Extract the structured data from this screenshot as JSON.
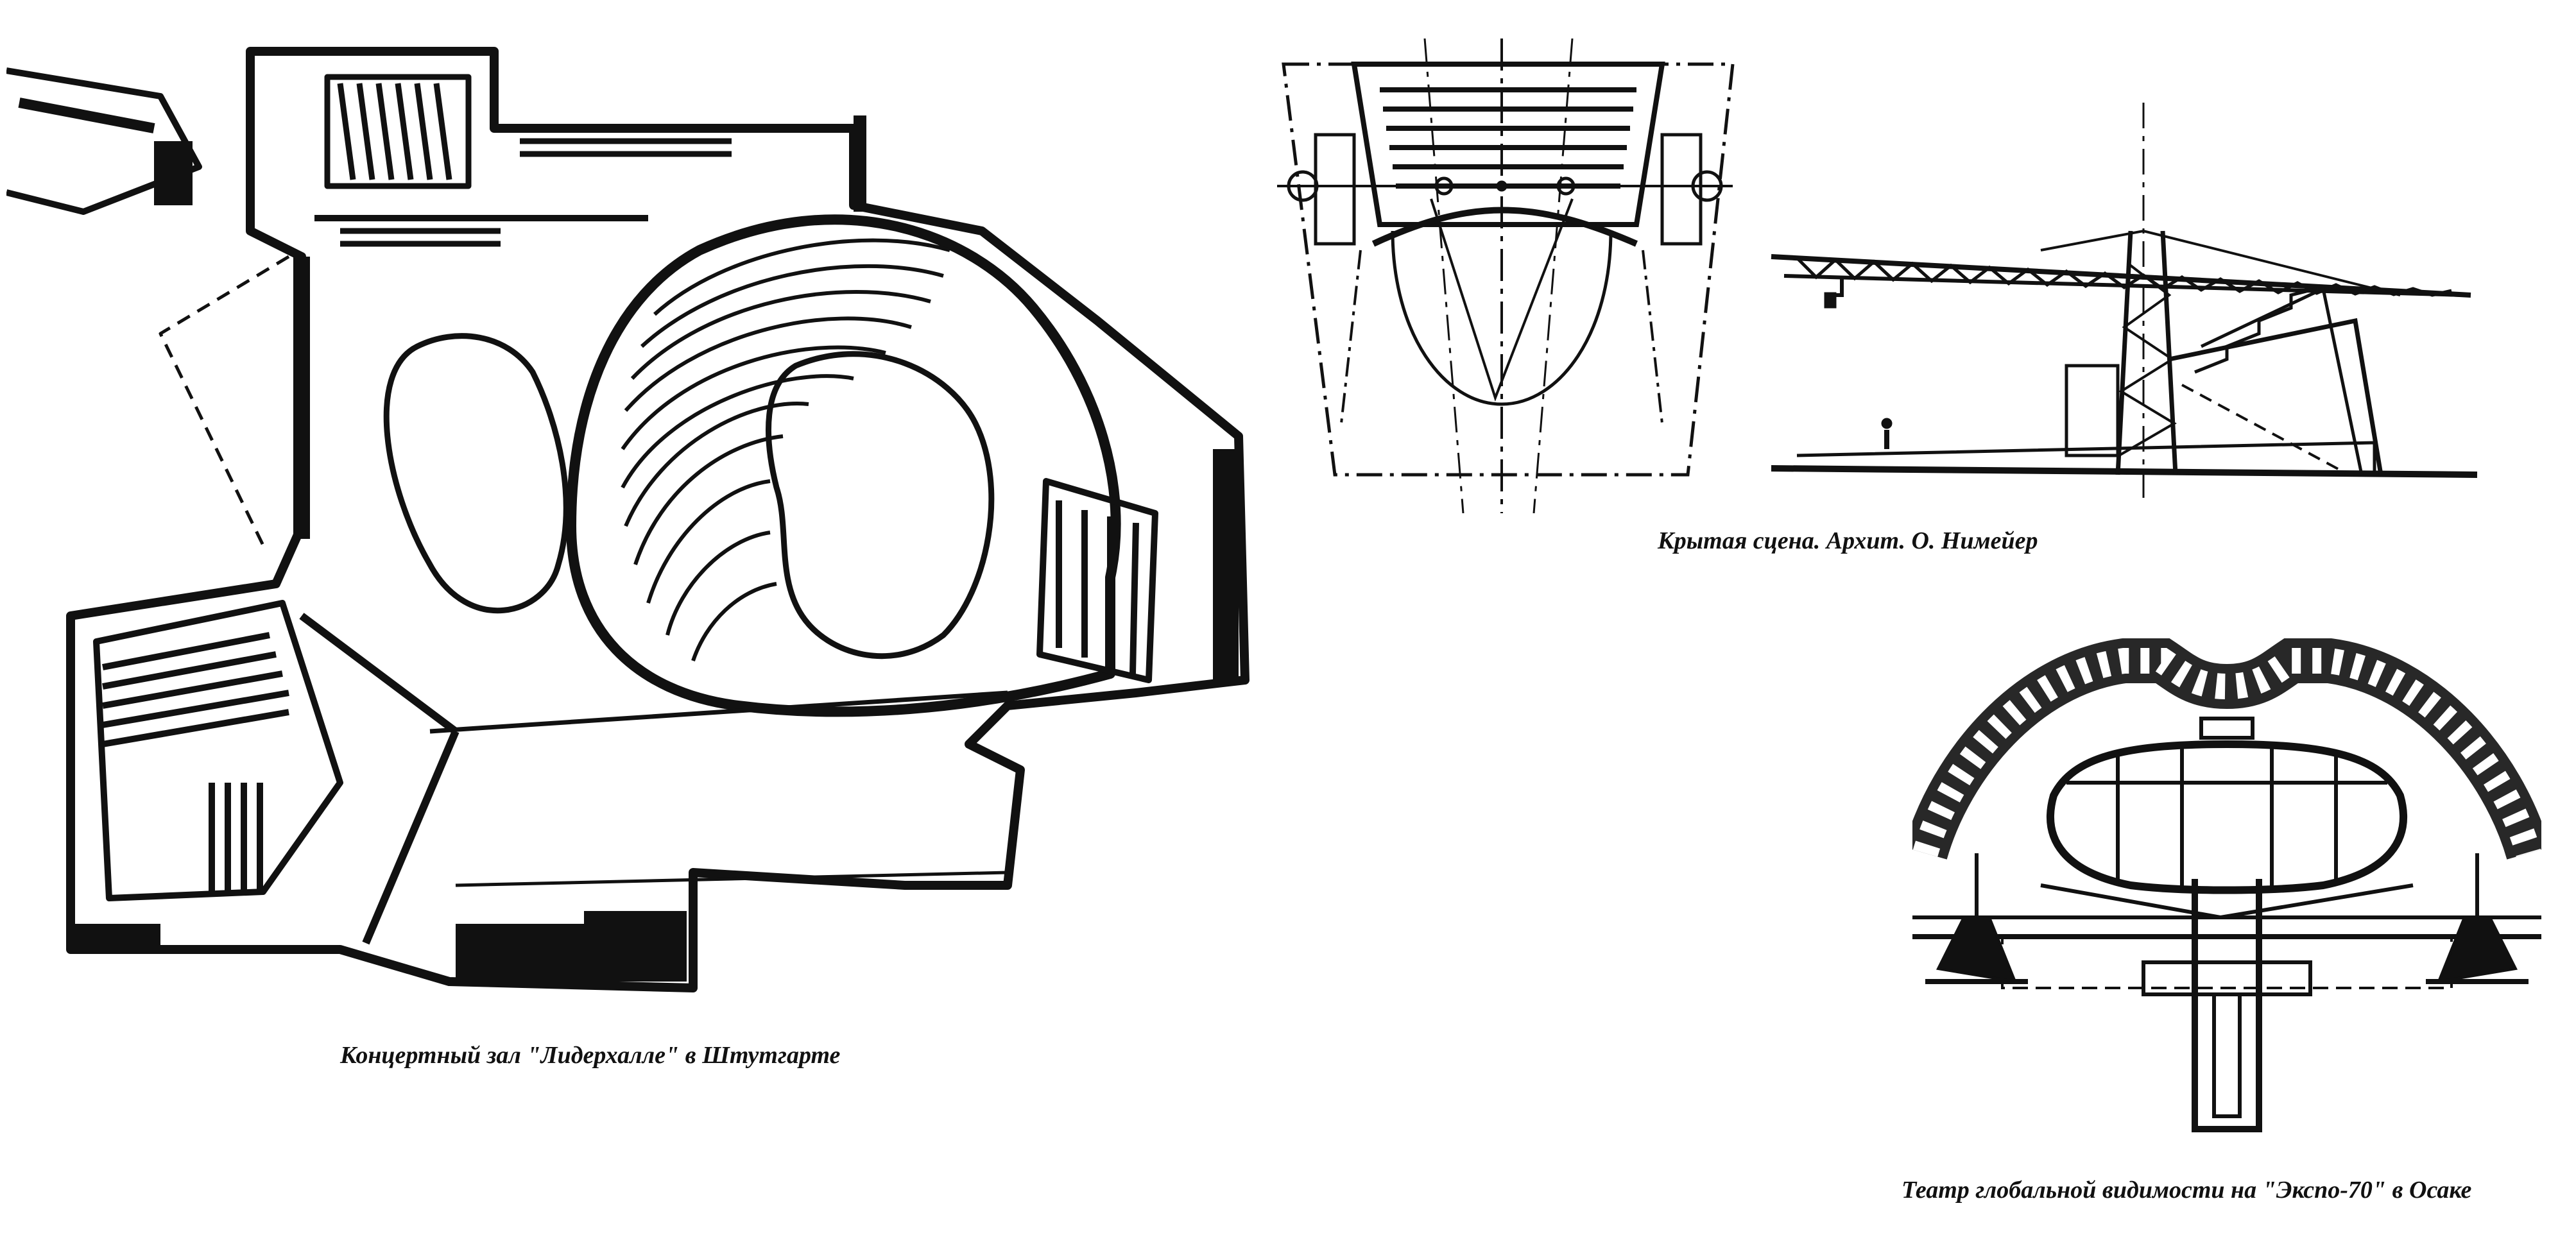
{
  "captions": {
    "liederhalle": "Концертный зал \"Лидерхалле\" в Штутгарте",
    "niemeyer": "Крытая сцена. Архит. О. Нимейер",
    "expo": "Театр глобальной видимости на \"Экспо-70\" в Осаке"
  },
  "colors": {
    "ink": "#111111",
    "paper": "#ffffff"
  }
}
